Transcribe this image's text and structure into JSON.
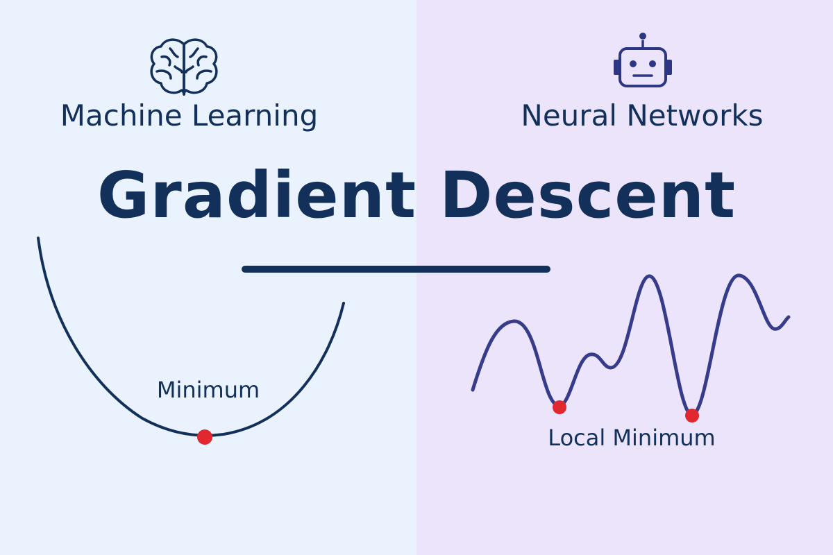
{
  "colors": {
    "left_bg": "#E9F2FD",
    "right_bg": "#EBE4FB",
    "text": "#13305A",
    "curve_left": "#13305A",
    "curve_right": "#363C8A",
    "robot": "#2C3685",
    "marker": "#E0282E"
  },
  "left": {
    "icon": "brain-icon",
    "heading": "Machine Learning",
    "curve_label": "Minimum"
  },
  "right": {
    "icon": "robot-icon",
    "heading": "Neural Networks",
    "curve_label": "Local Minimum"
  },
  "title": "Gradient Descent"
}
